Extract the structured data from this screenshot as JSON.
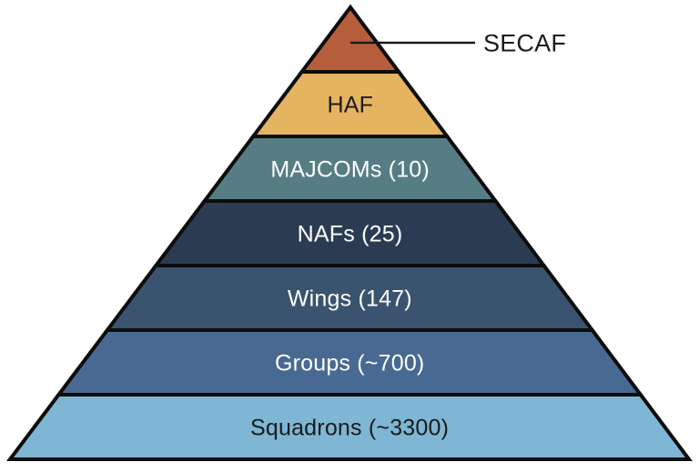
{
  "figure": {
    "background": "#ffffff",
    "border_color": "#0d0d0d",
    "dark_text_color": "#1a1a1a",
    "light_text_color": "#ffffff",
    "callout": {
      "label": "SECAF",
      "line_color": "#1a1a1a"
    },
    "levels": [
      {
        "id": "secaf",
        "label": "",
        "fill": "#b65e3c",
        "text_color": "#1a1a1a",
        "labeled_via": "callout"
      },
      {
        "id": "haf",
        "label": "HAF",
        "fill": "#e5b461",
        "text_color": "#1a1a1a"
      },
      {
        "id": "majcoms",
        "label": "MAJCOMs (10)",
        "fill": "#567d83",
        "text_color": "#ffffff"
      },
      {
        "id": "nafs",
        "label": "NAFs (25)",
        "fill": "#2b3c52",
        "text_color": "#ffffff"
      },
      {
        "id": "wings",
        "label": "Wings (147)",
        "fill": "#3a536f",
        "text_color": "#ffffff"
      },
      {
        "id": "groups",
        "label": "Groups (~700)",
        "fill": "#486992",
        "text_color": "#ffffff"
      },
      {
        "id": "squadrons",
        "label": "Squadrons (~3300)",
        "fill": "#7eb6d4",
        "text_color": "#1a1a1a"
      }
    ]
  },
  "chart_data": {
    "type": "pyramid",
    "title": "",
    "levels": [
      {
        "label": "SECAF",
        "count": null
      },
      {
        "label": "HAF",
        "count": null
      },
      {
        "label": "MAJCOMs",
        "count": 10,
        "approximate": false
      },
      {
        "label": "NAFs",
        "count": 25,
        "approximate": false
      },
      {
        "label": "Wings",
        "count": 147,
        "approximate": false
      },
      {
        "label": "Groups",
        "count": 700,
        "approximate": true
      },
      {
        "label": "Squadrons",
        "count": 3300,
        "approximate": true
      }
    ],
    "legend_position": "none",
    "grid": false
  }
}
